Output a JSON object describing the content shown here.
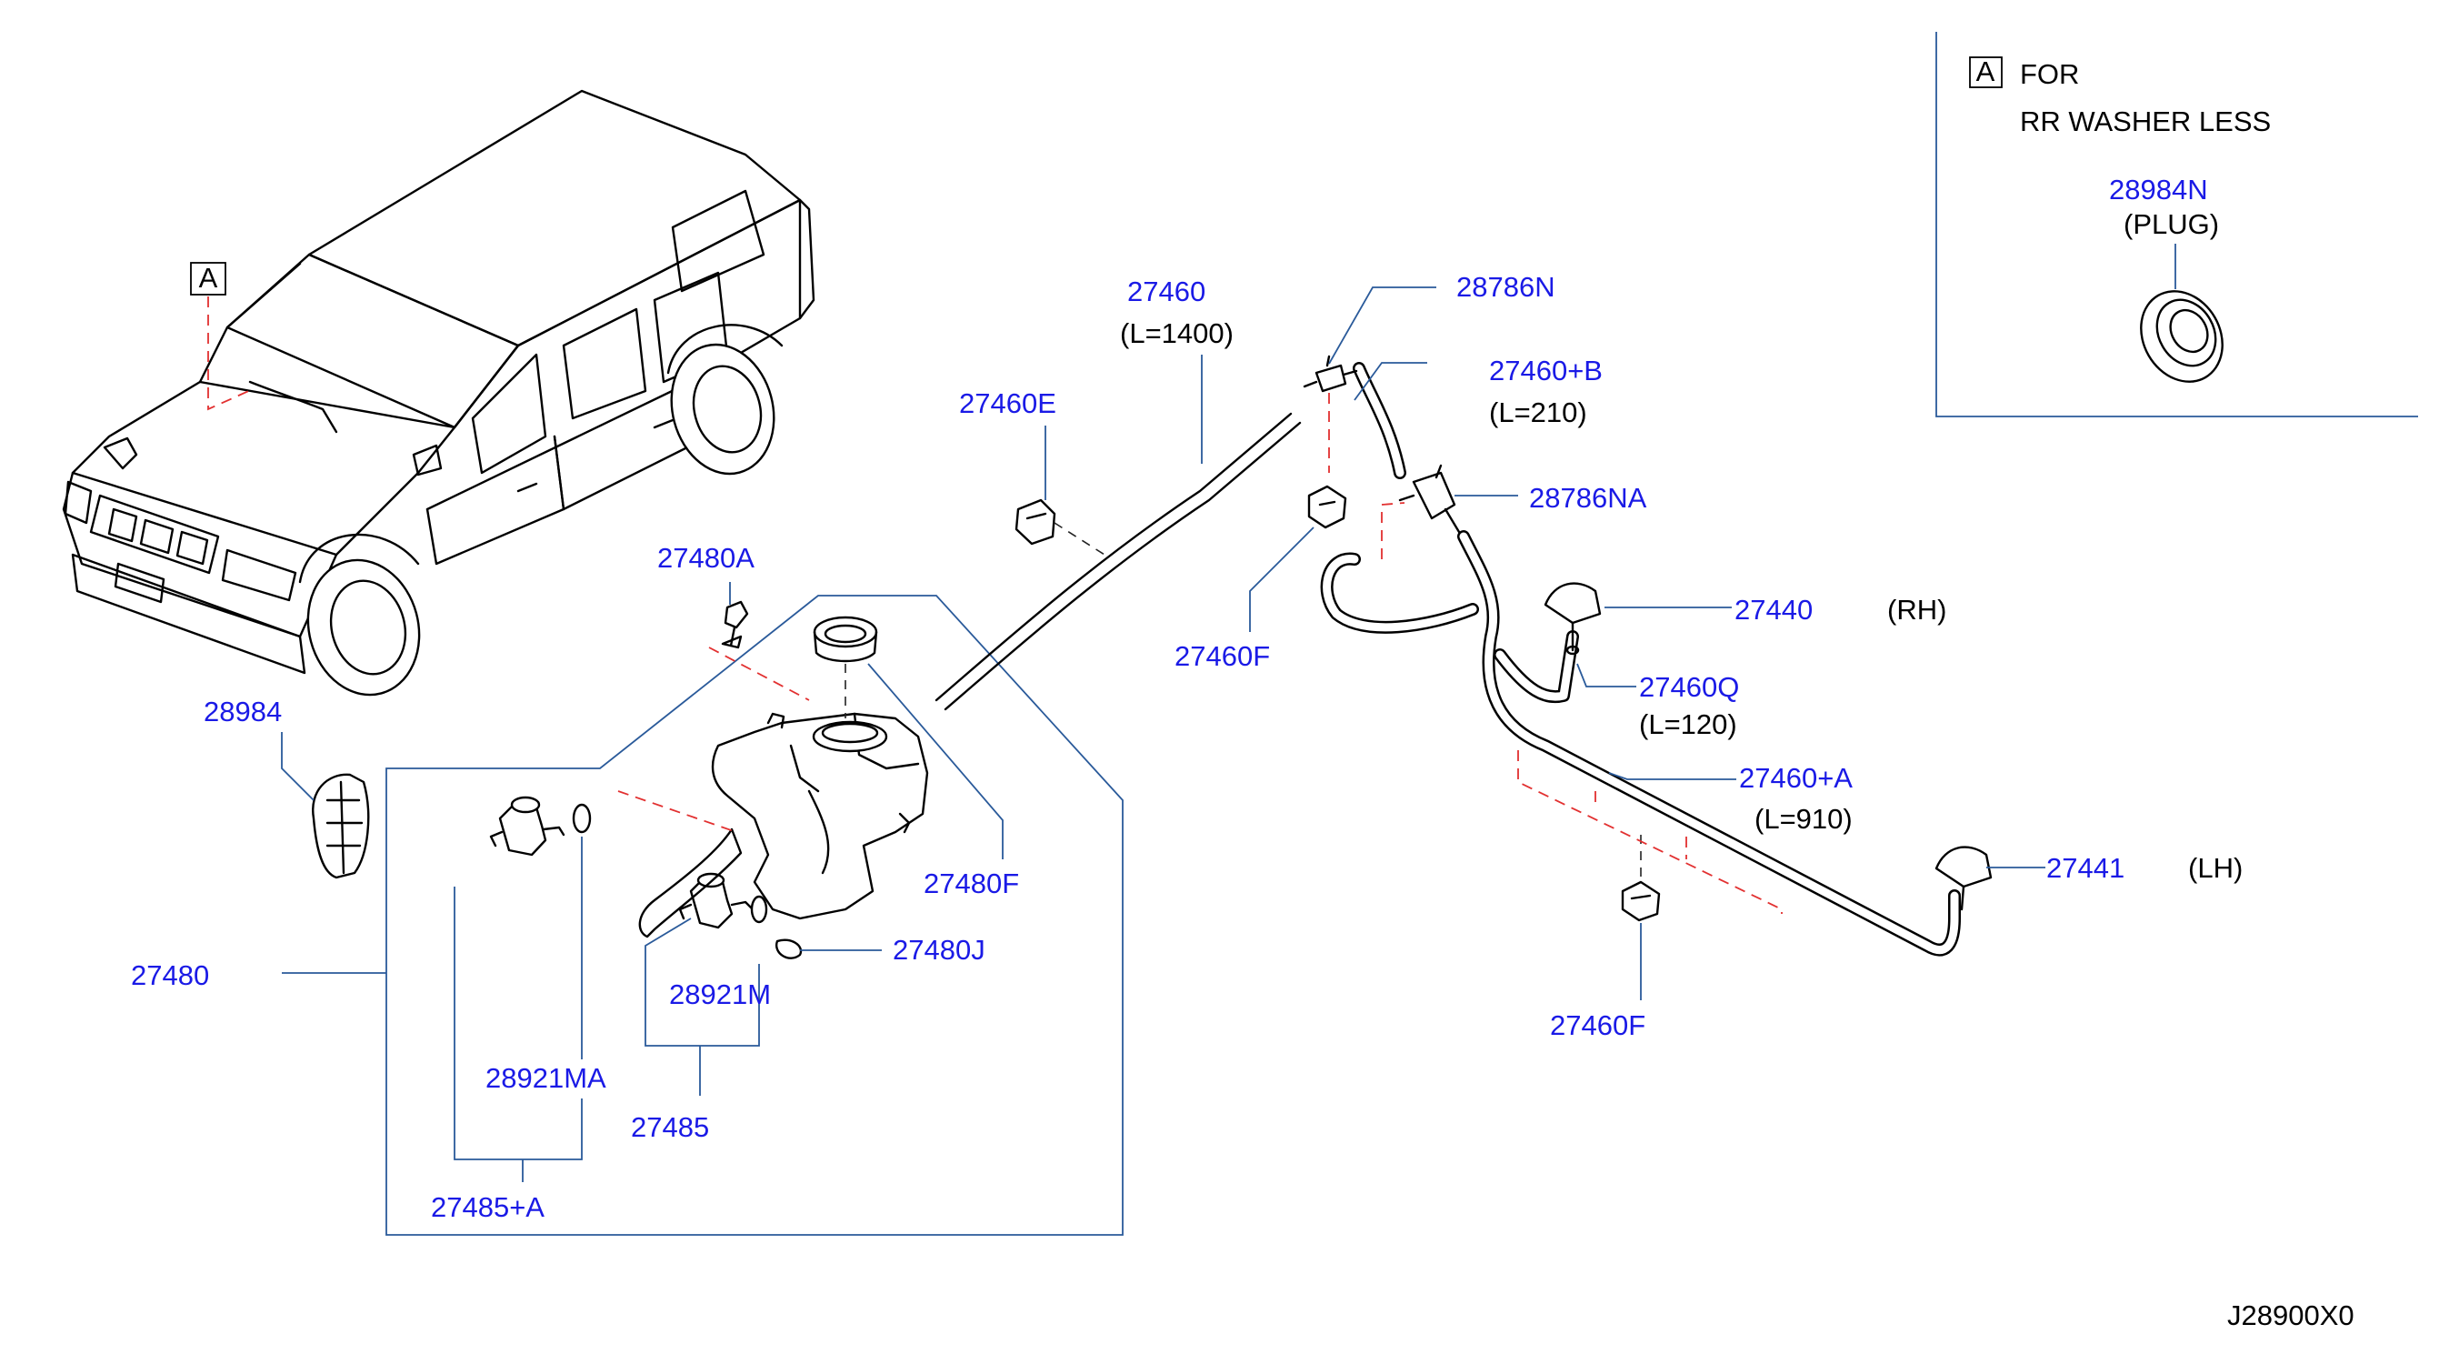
{
  "inset": {
    "ref_letter": "A",
    "title_line1": "FOR",
    "title_line2": "RR  WASHER  LESS",
    "part_number": "28984N",
    "part_note": "(PLUG)"
  },
  "vehicle_ref_letter": "A",
  "callouts": {
    "p27460": "27460",
    "p27460_len": "(L=1400)",
    "p28786N": "28786N",
    "p27460B": "27460+B",
    "p27460B_len": "(L=210)",
    "p27460E": "27460E",
    "p28786NA": "28786NA",
    "p27480A": "27480A",
    "p27440": "27440",
    "p27440_side": "(RH)",
    "p27460F_top": "27460F",
    "p27460Q": "27460Q",
    "p27460Q_len": "(L=120)",
    "p28984": "28984",
    "p27460A": "27460+A",
    "p27460A_len": "(L=910)",
    "p27480F": "27480F",
    "p27441": "27441",
    "p27441_side": "(LH)",
    "p27480J": "27480J",
    "p27480": "27480",
    "p28921M": "28921M",
    "p27460F_bottom": "27460F",
    "p28921MA": "28921MA",
    "p27485": "27485",
    "p27485A": "27485+A"
  },
  "diagram_code": "J28900X0",
  "colors": {
    "part_number": "#1a1ae6",
    "leader_line": "#2a5a9a",
    "dashed_reference": "#e23030",
    "line_art": "#000000"
  }
}
